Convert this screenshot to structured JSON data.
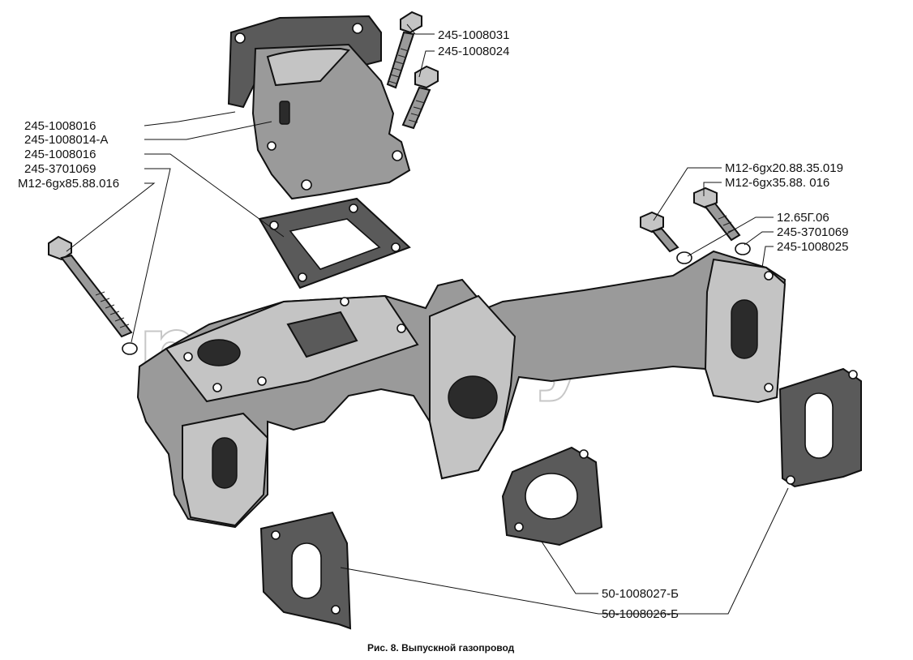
{
  "labels": {
    "bolt_031": "245-1008031",
    "bolt_024": "245-1008024",
    "gasket_016_a": "245-1008016",
    "elbow_014": "245-1008014-А",
    "gasket_016_b": "245-1008016",
    "washer_069_left": "245-3701069",
    "bolt_long": "М12-6gx85.88.016",
    "bolt_m12_20": "М12-6gx20.88.35.019",
    "bolt_m12_35": "М12-6gx35.88. 016",
    "washer_12_65": "12.65Г.06",
    "washer_069_right": "245-3701069",
    "gasket_025": "245-1008025",
    "gasket_027": "50-1008027-Б",
    "gasket_026": "50-1008026-Б"
  },
  "caption": "Рис. 8. Выпускной газопровод",
  "watermark": "mazil.by"
}
